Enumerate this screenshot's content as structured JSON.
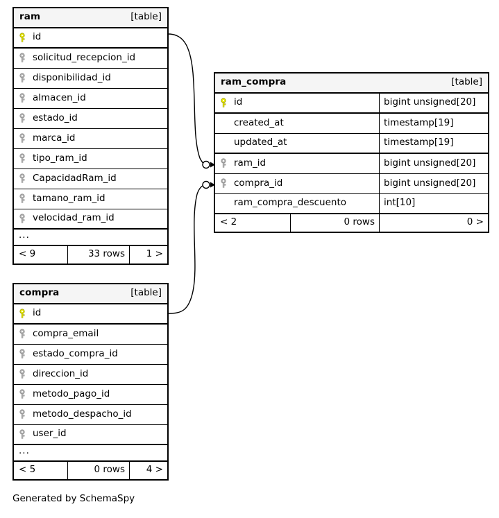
{
  "diagram": {
    "generator_note": "Generated by SchemaSpy",
    "type_tag": "[table]"
  },
  "tables": [
    {
      "id": "ram",
      "name": "ram",
      "tag": "[table]",
      "columns": [
        {
          "name": "id",
          "key": "primary",
          "type": ""
        },
        {
          "name": "solicitud_recepcion_id",
          "key": "foreign",
          "type": ""
        },
        {
          "name": "disponibilidad_id",
          "key": "foreign",
          "type": ""
        },
        {
          "name": "almacen_id",
          "key": "foreign",
          "type": ""
        },
        {
          "name": "estado_id",
          "key": "foreign",
          "type": ""
        },
        {
          "name": "marca_id",
          "key": "foreign",
          "type": ""
        },
        {
          "name": "tipo_ram_id",
          "key": "foreign",
          "type": ""
        },
        {
          "name": "CapacidadRam_id",
          "key": "foreign",
          "type": ""
        },
        {
          "name": "tamano_ram_id",
          "key": "foreign",
          "type": ""
        },
        {
          "name": "velocidad_ram_id",
          "key": "foreign",
          "type": ""
        }
      ],
      "ellipsis": "...",
      "footer": {
        "left": "< 9",
        "middle": "33 rows",
        "right": "1 >"
      }
    },
    {
      "id": "ram_compra",
      "name": "ram_compra",
      "tag": "[table]",
      "columns": [
        {
          "name": "id",
          "key": "primary",
          "type": "bigint unsigned[20]"
        },
        {
          "name": "created_at",
          "key": "none",
          "type": "timestamp[19]"
        },
        {
          "name": "updated_at",
          "key": "none",
          "type": "timestamp[19]"
        },
        {
          "name": "ram_id",
          "key": "foreign",
          "type": "bigint unsigned[20]"
        },
        {
          "name": "compra_id",
          "key": "foreign",
          "type": "bigint unsigned[20]"
        },
        {
          "name": "ram_compra_descuento",
          "key": "none",
          "type": "int[10]"
        }
      ],
      "ellipsis": null,
      "footer": {
        "left": "< 2",
        "middle": "0 rows",
        "right": "0 >"
      }
    },
    {
      "id": "compra",
      "name": "compra",
      "tag": "[table]",
      "columns": [
        {
          "name": "id",
          "key": "primary",
          "type": ""
        },
        {
          "name": "compra_email",
          "key": "foreign",
          "type": ""
        },
        {
          "name": "estado_compra_id",
          "key": "foreign",
          "type": ""
        },
        {
          "name": "direccion_id",
          "key": "foreign",
          "type": ""
        },
        {
          "name": "metodo_pago_id",
          "key": "foreign",
          "type": ""
        },
        {
          "name": "metodo_despacho_id",
          "key": "foreign",
          "type": ""
        },
        {
          "name": "user_id",
          "key": "foreign",
          "type": ""
        }
      ],
      "ellipsis": "...",
      "footer": {
        "left": "< 5",
        "middle": "0 rows",
        "right": "4 >"
      }
    }
  ],
  "relationships": [
    {
      "from": "ram.id",
      "to": "ram_compra.ram_id"
    },
    {
      "from": "compra.id",
      "to": "ram_compra.compra_id"
    }
  ],
  "colors": {
    "primary_key": "#e8e800",
    "foreign_key": "#b4b4b4",
    "border": "#000000",
    "header_background": "#f5f5f5",
    "canvas_background": "#ffffff"
  }
}
